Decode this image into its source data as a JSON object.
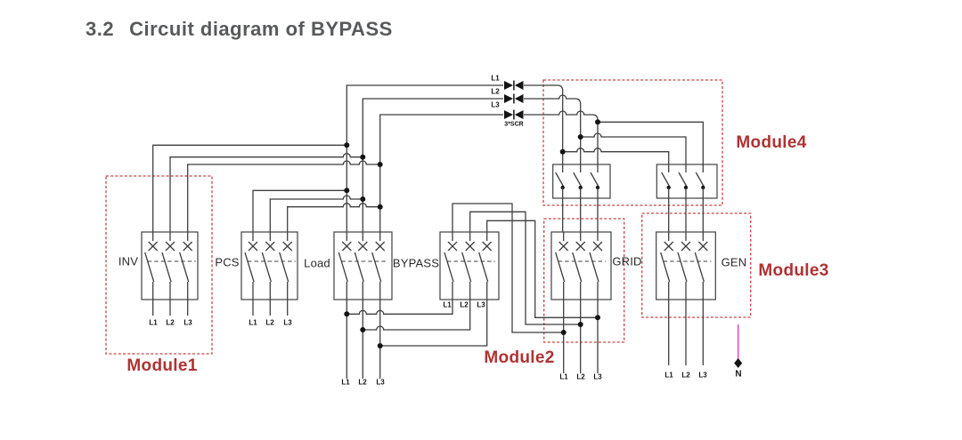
{
  "title": {
    "number": "3.2",
    "text": "Circuit diagram of BYPASS"
  },
  "modules": {
    "module1": "Module1",
    "module2": "Module2",
    "module3": "Module3",
    "module4": "Module4"
  },
  "breakers": {
    "inv": "INV",
    "pcs": "PCS",
    "load": "Load",
    "bypass": "BYPASS",
    "grid": "GRID",
    "gen": "GEN"
  },
  "scr": {
    "label": "3*SCR"
  },
  "phases": {
    "l1": "L1",
    "l2": "L2",
    "l3": "L3"
  },
  "neutral": {
    "label": "N"
  },
  "colors": {
    "bg": "#ffffff",
    "wire": "#3f3f3f",
    "ink": "#141414",
    "module-border": "#c94444",
    "module-label": "#ae3333",
    "breaker-label": "#2a2a2a",
    "title-color": "#58595b",
    "neutral-line": "#e44fd4"
  }
}
